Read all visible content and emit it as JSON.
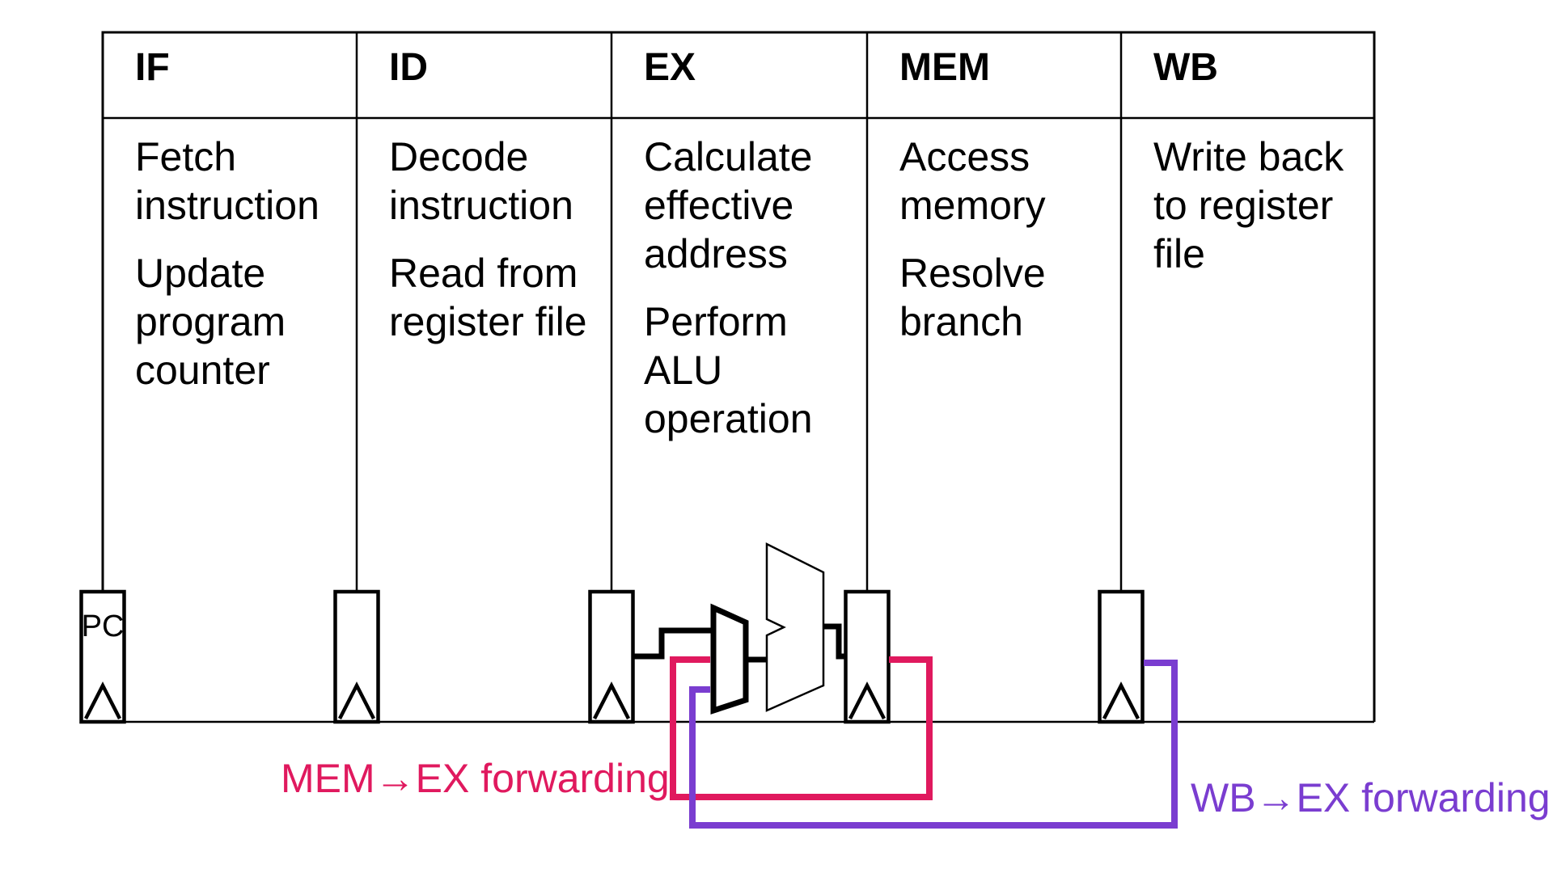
{
  "pipeline_table": {
    "stages": [
      {
        "title": "IF",
        "items": [
          "Fetch\ninstruction",
          "Update\nprogram\ncounter"
        ]
      },
      {
        "title": "ID",
        "items": [
          "Decode\ninstruction",
          "Read from\nregister file"
        ]
      },
      {
        "title": "EX",
        "items": [
          "Calculate\neffective\naddress",
          "Perform\nALU\noperation"
        ]
      },
      {
        "title": "MEM",
        "items": [
          "Access\nmemory",
          "Resolve\nbranch"
        ]
      },
      {
        "title": "WB",
        "items": [
          "Write back\nto register\nfile"
        ]
      }
    ]
  },
  "circuit": {
    "pc_register_label": "PC"
  },
  "forwarding_labels": {
    "mem_ex": {
      "text": "MEM→EX forwarding",
      "color": "#E0195E"
    },
    "wb_ex": {
      "text": "WB→EX forwarding",
      "color": "#7A3DD0"
    }
  },
  "colors": {
    "line_black": "#000000",
    "mem_forward": "#E0195E",
    "wb_forward": "#7A3DD0"
  }
}
